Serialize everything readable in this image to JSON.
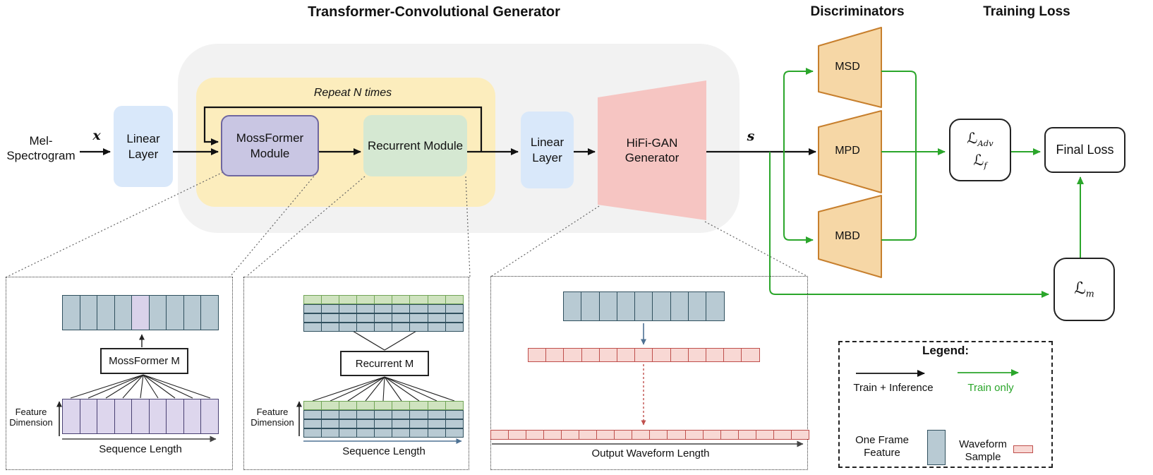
{
  "titles": {
    "generator": "Transformer-Convolutional Generator",
    "discriminators": "Discriminators",
    "training_loss": "Training Loss"
  },
  "generator": {
    "input_label": "Mel-Spectrogram",
    "x_symbol": "x",
    "linear1": "Linear Layer",
    "repeat_label": "Repeat N times",
    "mossformer": "MossFormer Module",
    "recurrent": "Recurrent Module",
    "linear2": "Linear Layer",
    "hifigan": "HiFi-GAN Generator",
    "s_symbol": "s"
  },
  "discriminators": {
    "msd": "MSD",
    "mpd": "MPD",
    "mbd": "MBD"
  },
  "losses": {
    "adv": {
      "symbol": "ℒ",
      "sub": "Adv"
    },
    "f": {
      "symbol": "ℒ",
      "sub": "f"
    },
    "final": "Final Loss",
    "mel": {
      "symbol": "ℒ",
      "sub": "m"
    }
  },
  "panels": {
    "mossformer": {
      "module_label": "MossFormer M",
      "y_axis": "Feature Dimension",
      "x_axis": "Sequence Length",
      "top_cells": 9,
      "highlight_index": 4,
      "bottom_cells": 9
    },
    "recurrent": {
      "module_label": "Recurrent M",
      "y_axis": "Feature Dimension",
      "x_axis": "Sequence Length",
      "row_cells": 9
    },
    "hifigan": {
      "x_axis": "Output Waveform Length",
      "feature_cells": 9,
      "upsampled_cells": 13,
      "waveform_cells": 18
    }
  },
  "legend": {
    "title": "Legend:",
    "black_arrow": "Train + Inference",
    "green_arrow": "Train only",
    "frame_swatch": "One Frame Feature",
    "waveform_swatch": "Waveform Sample"
  },
  "colors": {
    "generator_container": "#f2f2f2",
    "repeat_container": "#fcedbd",
    "linear_box": "#d9e8fa",
    "mossformer_box": "#c9c6e3",
    "mossformer_border": "#6f67a0",
    "recurrent_box": "#d5e8d2",
    "hifigan_box": "#f6c5c2",
    "discriminator_fill": "#f6d7a6",
    "discriminator_border": "#c77f2d",
    "train_only_green": "#2ba62b",
    "black_flow": "#111111",
    "feature_cell_fill": "#b8cad3",
    "feature_cell_border": "#30505e",
    "purple_cell_fill": "#ddd6ed",
    "purple_cell_border": "#494173",
    "green_cell_fill": "#cfe3bf",
    "green_cell_border": "#71a557",
    "waveform_cell_fill": "#f8d8d4",
    "waveform_cell_border": "#bf4f4c",
    "highlight_cell_fill": "#d9d2ea"
  }
}
